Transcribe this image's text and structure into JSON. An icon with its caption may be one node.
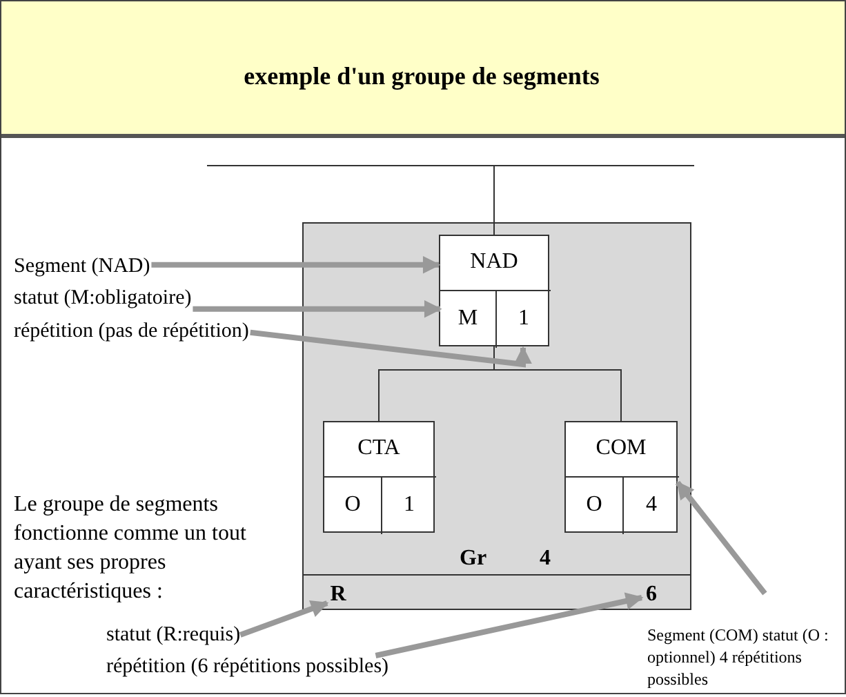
{
  "diagram": {
    "title": "exemple d'un groupe de segments",
    "nodes": [
      {
        "text": [
          "Gr",
          "4"
        ]
      },
      {
        "text": [
          "R"
        ],
        "in": 0
      },
      {
        "text": [
          "6"
        ],
        "in": 0
      },
      {
        "text": [
          "NAD"
        ],
        "in": 0
      },
      {
        "text": [
          "M"
        ],
        "in": 3
      },
      {
        "text": [
          "1"
        ],
        "in": 3
      },
      {
        "text": [
          "CTA"
        ],
        "in": 0
      },
      {
        "text": [
          "O"
        ],
        "in": 6
      },
      {
        "text": [
          "1"
        ],
        "in": 6
      },
      {
        "text": [
          "COM"
        ],
        "in": 0
      },
      {
        "text": [
          "O"
        ],
        "in": 9
      },
      {
        "text": [
          "4"
        ],
        "in": 9
      },
      {
        "text": [
          "Segment (NAD)"
        ]
      },
      {
        "text": [
          "statut (M:obligatoire)"
        ]
      },
      {
        "text": [
          "répétition (pas de répétition)"
        ]
      },
      {
        "text": [
          "Segment (COM) statut (O : optionnel) 4 répétitions possibles"
        ]
      },
      {
        "text": [
          "statut (R:requis)"
        ]
      },
      {
        "text": [
          "répétition (6 répétitions possibles)"
        ]
      }
    ],
    "edges": [
      {
        "from": null,
        "to": 3,
        "arrow": "none",
        "color": "#333333"
      },
      {
        "from": 3,
        "to": 6,
        "arrow": "none",
        "color": "#333333"
      },
      {
        "from": 3,
        "to": 9,
        "arrow": "none",
        "color": "#333333"
      },
      {
        "from": 12,
        "to": 3,
        "arrow": "to"
      },
      {
        "from": 13,
        "to": 4,
        "arrow": "to"
      },
      {
        "from": 14,
        "to": 5,
        "arrow": "to"
      },
      {
        "from": 15,
        "to": 9,
        "arrow": "to"
      },
      {
        "from": 16,
        "to": 1,
        "arrow": "to"
      },
      {
        "from": 17,
        "to": 2,
        "arrow": "to"
      }
    ],
    "labels": [
      "Le groupe de segments fonctionne comme un tout ayant ses propres caractéristiques :"
    ]
  }
}
